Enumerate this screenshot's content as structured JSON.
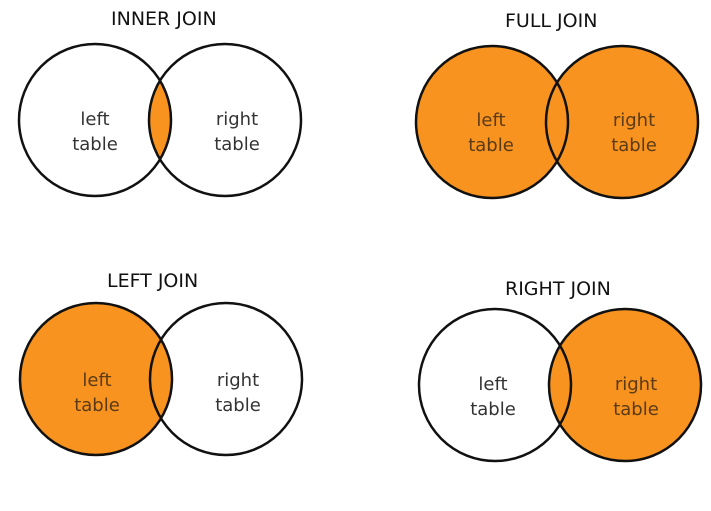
{
  "colors": {
    "fill": "#f7931e",
    "stroke": "#111111",
    "text_dark": "#333333",
    "text_on_fill": "#5a3a17",
    "background": "#ffffff"
  },
  "panels": [
    {
      "title": "INNER JOIN",
      "join": "inner",
      "left_label_1": "left",
      "left_label_2": "table",
      "right_label_1": "right",
      "right_label_2": "table"
    },
    {
      "title": "FULL JOIN",
      "join": "full",
      "left_label_1": "left",
      "left_label_2": "table",
      "right_label_1": "right",
      "right_label_2": "table"
    },
    {
      "title": "LEFT JOIN",
      "join": "left",
      "left_label_1": "left",
      "left_label_2": "table",
      "right_label_1": "right",
      "right_label_2": "table"
    },
    {
      "title": "RIGHT JOIN",
      "join": "right",
      "left_label_1": "left",
      "left_label_2": "table",
      "right_label_1": "right",
      "right_label_2": "table"
    }
  ]
}
